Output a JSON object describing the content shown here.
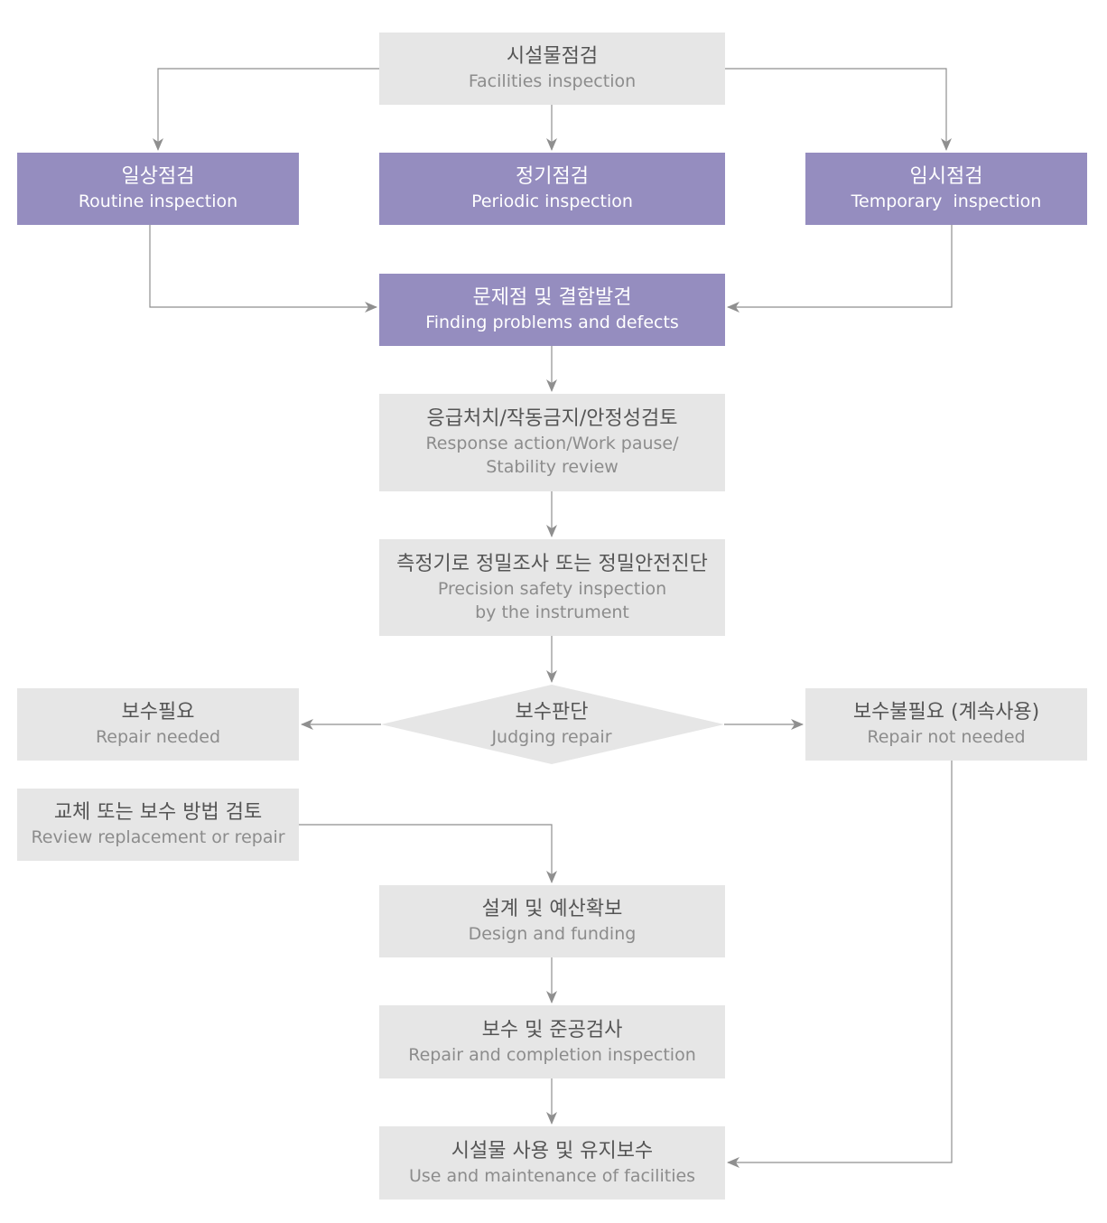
{
  "nodes": {
    "facilities": {
      "ko": "시설물점검",
      "en": "Facilities inspection"
    },
    "routine": {
      "ko": "일상점검",
      "en": "Routine inspection"
    },
    "periodic": {
      "ko": "정기점검",
      "en": "Periodic inspection"
    },
    "temporary": {
      "ko": "임시점검",
      "en": "Temporary  inspection"
    },
    "finding": {
      "ko": "문제점 및 결함발견",
      "en": "Finding problems and defects"
    },
    "response": {
      "ko": "응급처치/작동금지/안정성검토",
      "en1": "Response action/Work pause/",
      "en2": "Stability review"
    },
    "precision": {
      "ko": "측정기로 정밀조사 또는 정밀안전진단",
      "en1": "Precision safety inspection",
      "en2": "by the instrument"
    },
    "judging": {
      "ko": "보수판단",
      "en": "Judging repair"
    },
    "repair_needed": {
      "ko": "보수필요",
      "en": "Repair needed"
    },
    "repair_not_needed": {
      "ko": "보수불필요 (계속사용)",
      "en": "Repair not needed"
    },
    "review": {
      "ko": "교체 또는 보수 방법 검토",
      "en": "Review replacement or repair"
    },
    "design": {
      "ko": "설계 및 예산확보",
      "en": "Design and funding"
    },
    "completion": {
      "ko": "보수 및 준공검사",
      "en": "Repair and completion inspection"
    },
    "use": {
      "ko": "시설물 사용 및 유지보수",
      "en": "Use and maintenance of facilities"
    }
  },
  "colors": {
    "grey_box": "#e6e6e6",
    "purple_box": "#958dbf",
    "arrow": "#8f8f8f"
  }
}
